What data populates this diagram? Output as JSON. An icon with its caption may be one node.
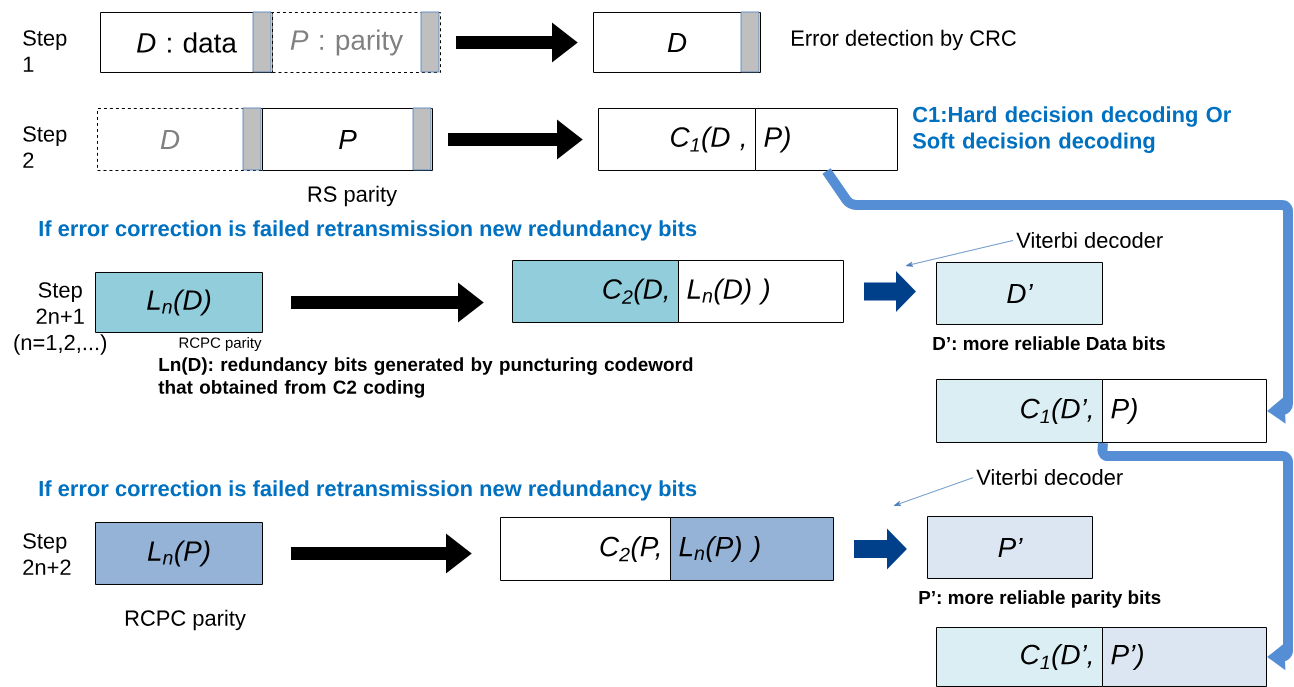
{
  "diagram": {
    "nodes": [
      {
        "text": [
          "*D* : data"
        ]
      },
      {
        "text": [
          "*P* : parity"
        ]
      },
      {
        "text": [
          "D"
        ],
        "beside": [
          "Error detection by CRC"
        ]
      },
      {
        "text": [
          "D"
        ]
      },
      {
        "text": [
          "P"
        ],
        "beside": [
          "RS parity"
        ]
      },
      {
        "text": [
          "C$_{1}$(D ,"
        ]
      },
      {
        "text": [
          "P)"
        ]
      },
      {
        "text": [
          "L$_{n}$(D)"
        ],
        "beside": [
          "RCPC parity"
        ]
      },
      {
        "text": [
          "C$_{2}$(D,"
        ]
      },
      {
        "text": [
          "L$_{n}$(D) )"
        ]
      },
      {
        "text": [
          "D’"
        ]
      },
      {
        "text": [
          "C$_{1}$(D’,"
        ]
      },
      {
        "text": [
          "P)"
        ]
      },
      {
        "text": [
          "L$_{n}$(P)"
        ],
        "beside": [
          "RCPC parity"
        ]
      },
      {
        "text": [
          "C$_{2}$(P,"
        ]
      },
      {
        "text": [
          "L$_{n}$(P) )"
        ]
      },
      {
        "text": [
          "P’"
        ]
      },
      {
        "text": [
          "C$_{1}$(D’,"
        ]
      },
      {
        "text": [
          "P’)"
        ]
      },
      {
        "text": [
          "Viterbi decoder"
        ]
      },
      {
        "text": [
          "Viterbi decoder"
        ]
      }
    ],
    "edges": [
      {
        "from": 1,
        "to": 2,
        "arrow": "to"
      },
      {
        "from": 4,
        "to": 5,
        "arrow": "to"
      },
      {
        "from": 7,
        "to": 8,
        "arrow": "to"
      },
      {
        "from": 9,
        "to": 10,
        "arrow": "to",
        "color": "#003f8a"
      },
      {
        "from": 13,
        "to": 14,
        "arrow": "to"
      },
      {
        "from": 15,
        "to": 16,
        "arrow": "to",
        "color": "#003f8a"
      },
      {
        "from": 6,
        "to": 12,
        "arrow": "to",
        "color": "#558ed5"
      },
      {
        "from": 11,
        "to": 18,
        "arrow": "to",
        "color": "#558ed5"
      },
      {
        "from": 19,
        "to": null,
        "arrow": "to",
        "color": "#4a7ebb"
      },
      {
        "from": 20,
        "to": null,
        "arrow": "to",
        "color": "#4a7ebb"
      }
    ],
    "labels": [
      "Step 1",
      "Step 2",
      "C1:Hard decision decoding Or Soft decision decoding",
      "If error correction is failed retransmission new redundancy bits",
      "Step 2n+1 (n=1,2,...)",
      "Ln(D): redundancy bits generated by puncturing codeword that obtained from C2 coding",
      "D’: more reliable Data bits",
      "If error correction is failed retransmission new redundancy bits",
      "Step 2n+2",
      "P’: more reliable parity bits"
    ]
  }
}
